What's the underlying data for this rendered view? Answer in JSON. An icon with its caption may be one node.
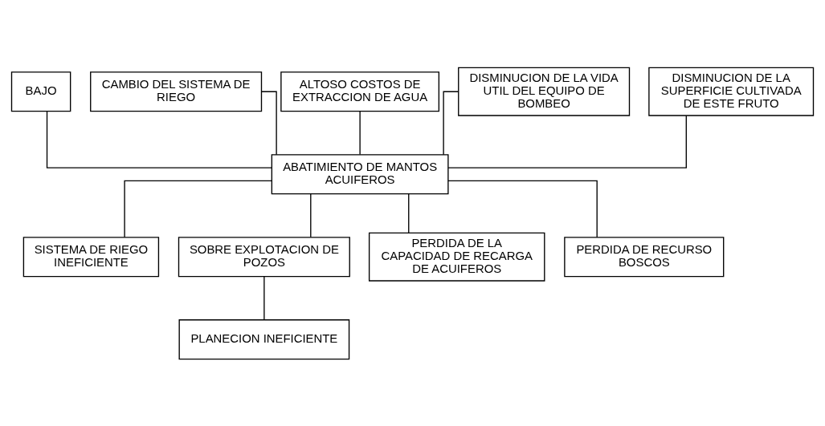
{
  "diagram": {
    "nodes": [
      {
        "text": [
          "BAJO"
        ]
      },
      {
        "text": [
          "CAMBIO DEL SISTEMA DE RIEGO"
        ]
      },
      {
        "text": [
          "ALTOSO COSTOS DE EXTRACCION DE AGUA"
        ]
      },
      {
        "text": [
          "DISMINUCION DE LA VIDA UTIL DEL EQUIPO DE BOMBEO"
        ]
      },
      {
        "text": [
          "DISMINUCION DE LA SUPERFICIE CULTIVADA DE ESTE FRUTO"
        ]
      },
      {
        "text": [
          "ABATIMIENTO DE MANTOS ACUIFEROS"
        ]
      },
      {
        "text": [
          "SISTEMA DE RIEGO INEFICIENTE"
        ]
      },
      {
        "text": [
          "SOBRE EXPLOTACION DE POZOS"
        ]
      },
      {
        "text": [
          "PERDIDA DE LA CAPACIDAD DE RECARGA DE ACUIFEROS"
        ]
      },
      {
        "text": [
          "PERDIDA DE RECURSO BOSCOS"
        ]
      },
      {
        "text": [
          "PLANECION INEFICIENTE"
        ]
      }
    ],
    "edges": [
      {
        "from": 0,
        "to": 5,
        "arrow": "none"
      },
      {
        "from": 1,
        "to": 5,
        "arrow": "none"
      },
      {
        "from": 2,
        "to": 5,
        "arrow": "none"
      },
      {
        "from": 3,
        "to": 5,
        "arrow": "none"
      },
      {
        "from": 4,
        "to": 5,
        "arrow": "none"
      },
      {
        "from": 5,
        "to": 6,
        "arrow": "none"
      },
      {
        "from": 5,
        "to": 7,
        "arrow": "none"
      },
      {
        "from": 5,
        "to": 8,
        "arrow": "none"
      },
      {
        "from": 5,
        "to": 9,
        "arrow": "none"
      },
      {
        "from": 7,
        "to": 10,
        "arrow": "none"
      }
    ]
  }
}
